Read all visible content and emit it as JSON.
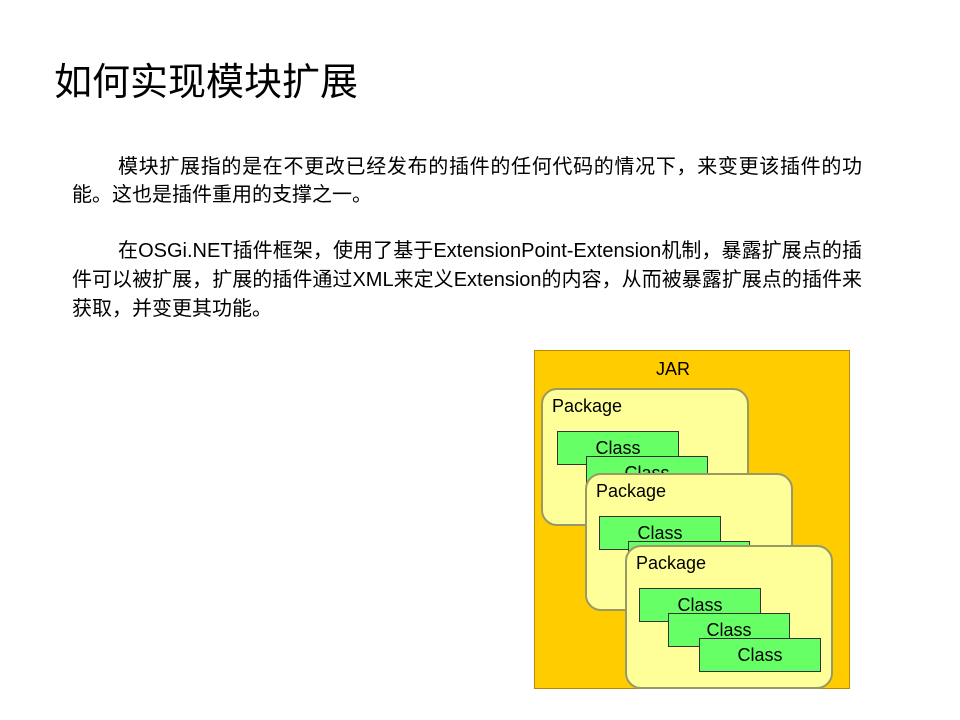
{
  "slide": {
    "title": "如何实现模块扩展",
    "paragraph1": "模块扩展指的是在不更改已经发布的插件的任何代码的情况下，来变更该插件的功能。这也是插件重用的支撑之一。",
    "paragraph2": {
      "part1": "在",
      "part2": "OSGi.NET",
      "part3": "插件框架，使用了基于",
      "part4": "ExtensionPoint-Extension",
      "part5": "机制，暴露扩展点的插件可以被扩展，扩展的插件通过",
      "part6": "XML",
      "part7": "来定义",
      "part8": "Extension",
      "part9": "的内容，从而被暴露扩展点的插件来获取，并变更其功能。"
    }
  },
  "diagram": {
    "jar_label": "JAR",
    "package_label": "Package",
    "class_label": "Class",
    "colors": {
      "jar": "#ffcc00",
      "package": "#ffff99",
      "class": "#66ff66"
    }
  }
}
